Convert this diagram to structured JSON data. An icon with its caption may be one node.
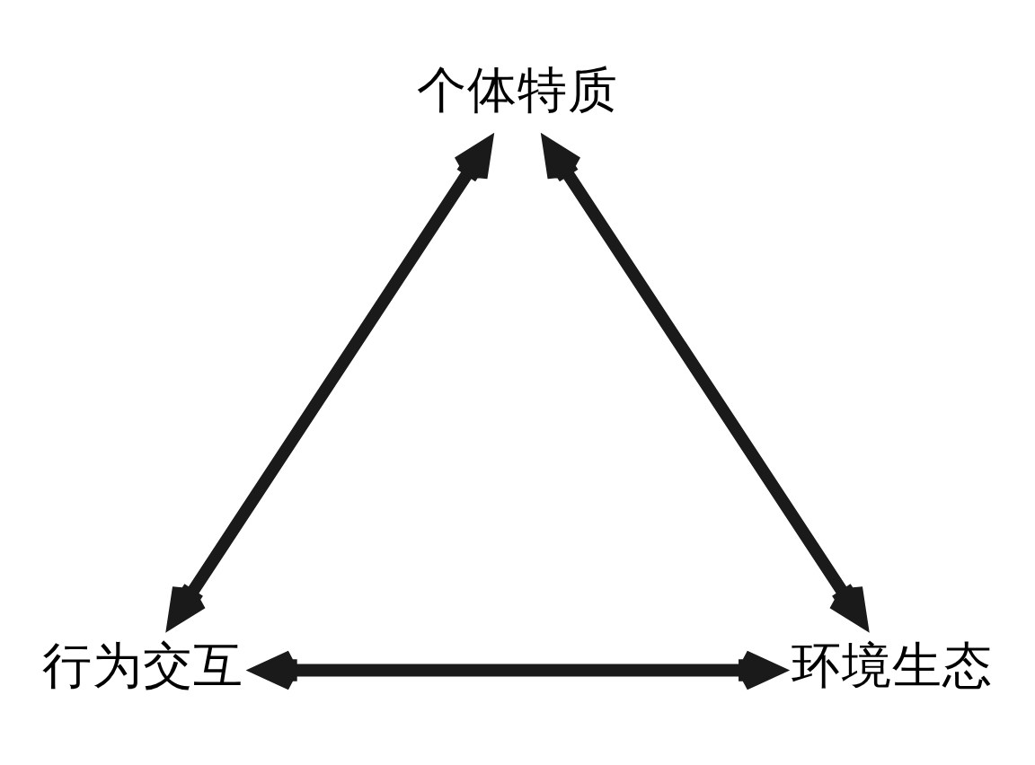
{
  "diagram": {
    "nodes": [
      {
        "text": [
          "个体特质"
        ]
      },
      {
        "text": [
          "行为交互"
        ]
      },
      {
        "text": [
          "环境生态"
        ]
      }
    ],
    "edges": [
      {
        "from": 0,
        "to": 1,
        "arrow": "both"
      },
      {
        "from": 0,
        "to": 2,
        "arrow": "both"
      },
      {
        "from": 1,
        "to": 2,
        "arrow": "both"
      }
    ]
  }
}
